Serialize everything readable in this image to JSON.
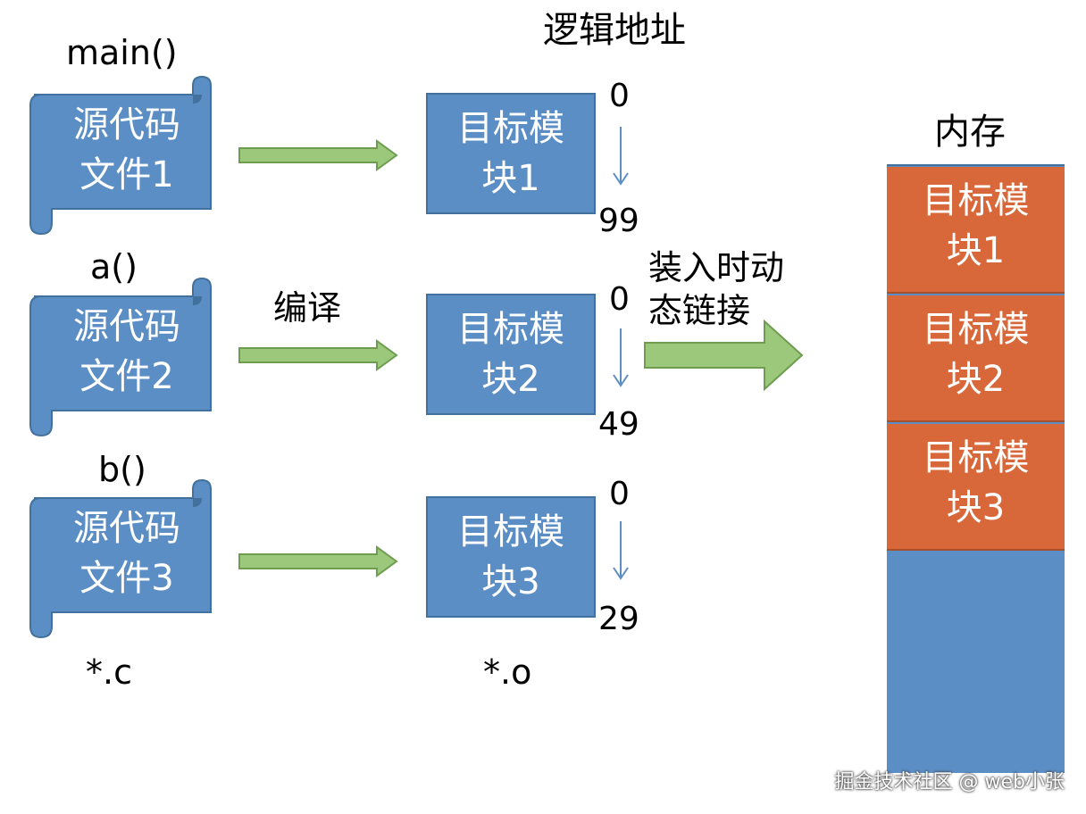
{
  "titles": {
    "logical_address": "逻辑地址",
    "memory": "内存",
    "compile": "编译",
    "load_dynamic_link": "装入时动\n态链接",
    "source_ext": "*.c",
    "object_ext": "*.o"
  },
  "sources": [
    {
      "func": "main()",
      "line1": "源代码",
      "line2": "文件1"
    },
    {
      "func": "a()",
      "line1": "源代码",
      "line2": "文件2"
    },
    {
      "func": "b()",
      "line1": "源代码",
      "line2": "文件3"
    }
  ],
  "modules": [
    {
      "line1": "目标模",
      "line2": "块1",
      "start": "0",
      "end": "99"
    },
    {
      "line1": "目标模",
      "line2": "块2",
      "start": "0",
      "end": "49"
    },
    {
      "line1": "目标模",
      "line2": "块3",
      "start": "0",
      "end": "29"
    }
  ],
  "memory_blocks": [
    {
      "line1": "目标模",
      "line2": "块1"
    },
    {
      "line1": "目标模",
      "line2": "块2"
    },
    {
      "line1": "目标模",
      "line2": "块3"
    }
  ],
  "watermark": "掘金技术社区 @ web小张",
  "colors": {
    "module_blue": "#5b8ec5",
    "memory_orange": "#d8683a",
    "arrow_green": "#9bc87a",
    "arrow_outline": "#6e9d4f"
  }
}
